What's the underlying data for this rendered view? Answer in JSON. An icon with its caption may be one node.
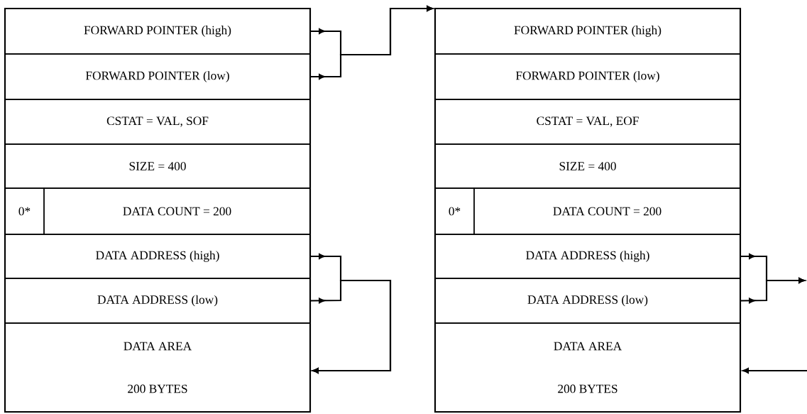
{
  "diagram": {
    "nodes": [
      {
        "text": [],
        "shape": "box"
      },
      {
        "text": [
          "FORWARD POINTER (high)"
        ],
        "in": 0
      },
      {
        "text": [
          "FORWARD POINTER (low)"
        ],
        "in": 0
      },
      {
        "text": [
          "CSTAT = VAL, SOF"
        ],
        "in": 0
      },
      {
        "text": [
          "SIZE = 400"
        ],
        "in": 0
      },
      {
        "text": [
          "0*"
        ],
        "in": 0
      },
      {
        "text": [
          "DATA COUNT = 200"
        ],
        "in": 0
      },
      {
        "text": [
          "DATA ADDRESS (high)"
        ],
        "in": 0
      },
      {
        "text": [
          "DATA ADDRESS (low)"
        ],
        "in": 0
      },
      {
        "text": [
          "DATA AREA",
          "200 BYTES"
        ],
        "in": 0
      },
      {
        "text": [],
        "shape": "box"
      },
      {
        "text": [
          "FORWARD POINTER (high)"
        ],
        "in": 10
      },
      {
        "text": [
          "FORWARD POINTER (low)"
        ],
        "in": 10
      },
      {
        "text": [
          "CSTAT = VAL, EOF"
        ],
        "in": 10
      },
      {
        "text": [
          "SIZE = 400"
        ],
        "in": 10
      },
      {
        "text": [
          "0*"
        ],
        "in": 10
      },
      {
        "text": [
          "DATA COUNT = 200"
        ],
        "in": 10
      },
      {
        "text": [
          "DATA ADDRESS (high)"
        ],
        "in": 10
      },
      {
        "text": [
          "DATA ADDRESS (low)"
        ],
        "in": 10
      },
      {
        "text": [
          "DATA AREA",
          "200 BYTES"
        ],
        "in": 10
      }
    ],
    "edges": [
      {
        "from": 1,
        "to": 10,
        "arrow": "to"
      },
      {
        "from": 2,
        "to": 10,
        "arrow": "to"
      },
      {
        "from": 7,
        "to": 9,
        "arrow": "to"
      },
      {
        "from": 8,
        "to": 9,
        "arrow": "to"
      },
      {
        "from": 17,
        "to": null,
        "arrow": "to"
      },
      {
        "from": 18,
        "to": null,
        "arrow": "to"
      },
      {
        "from": null,
        "to": 19,
        "arrow": "to"
      }
    ]
  }
}
